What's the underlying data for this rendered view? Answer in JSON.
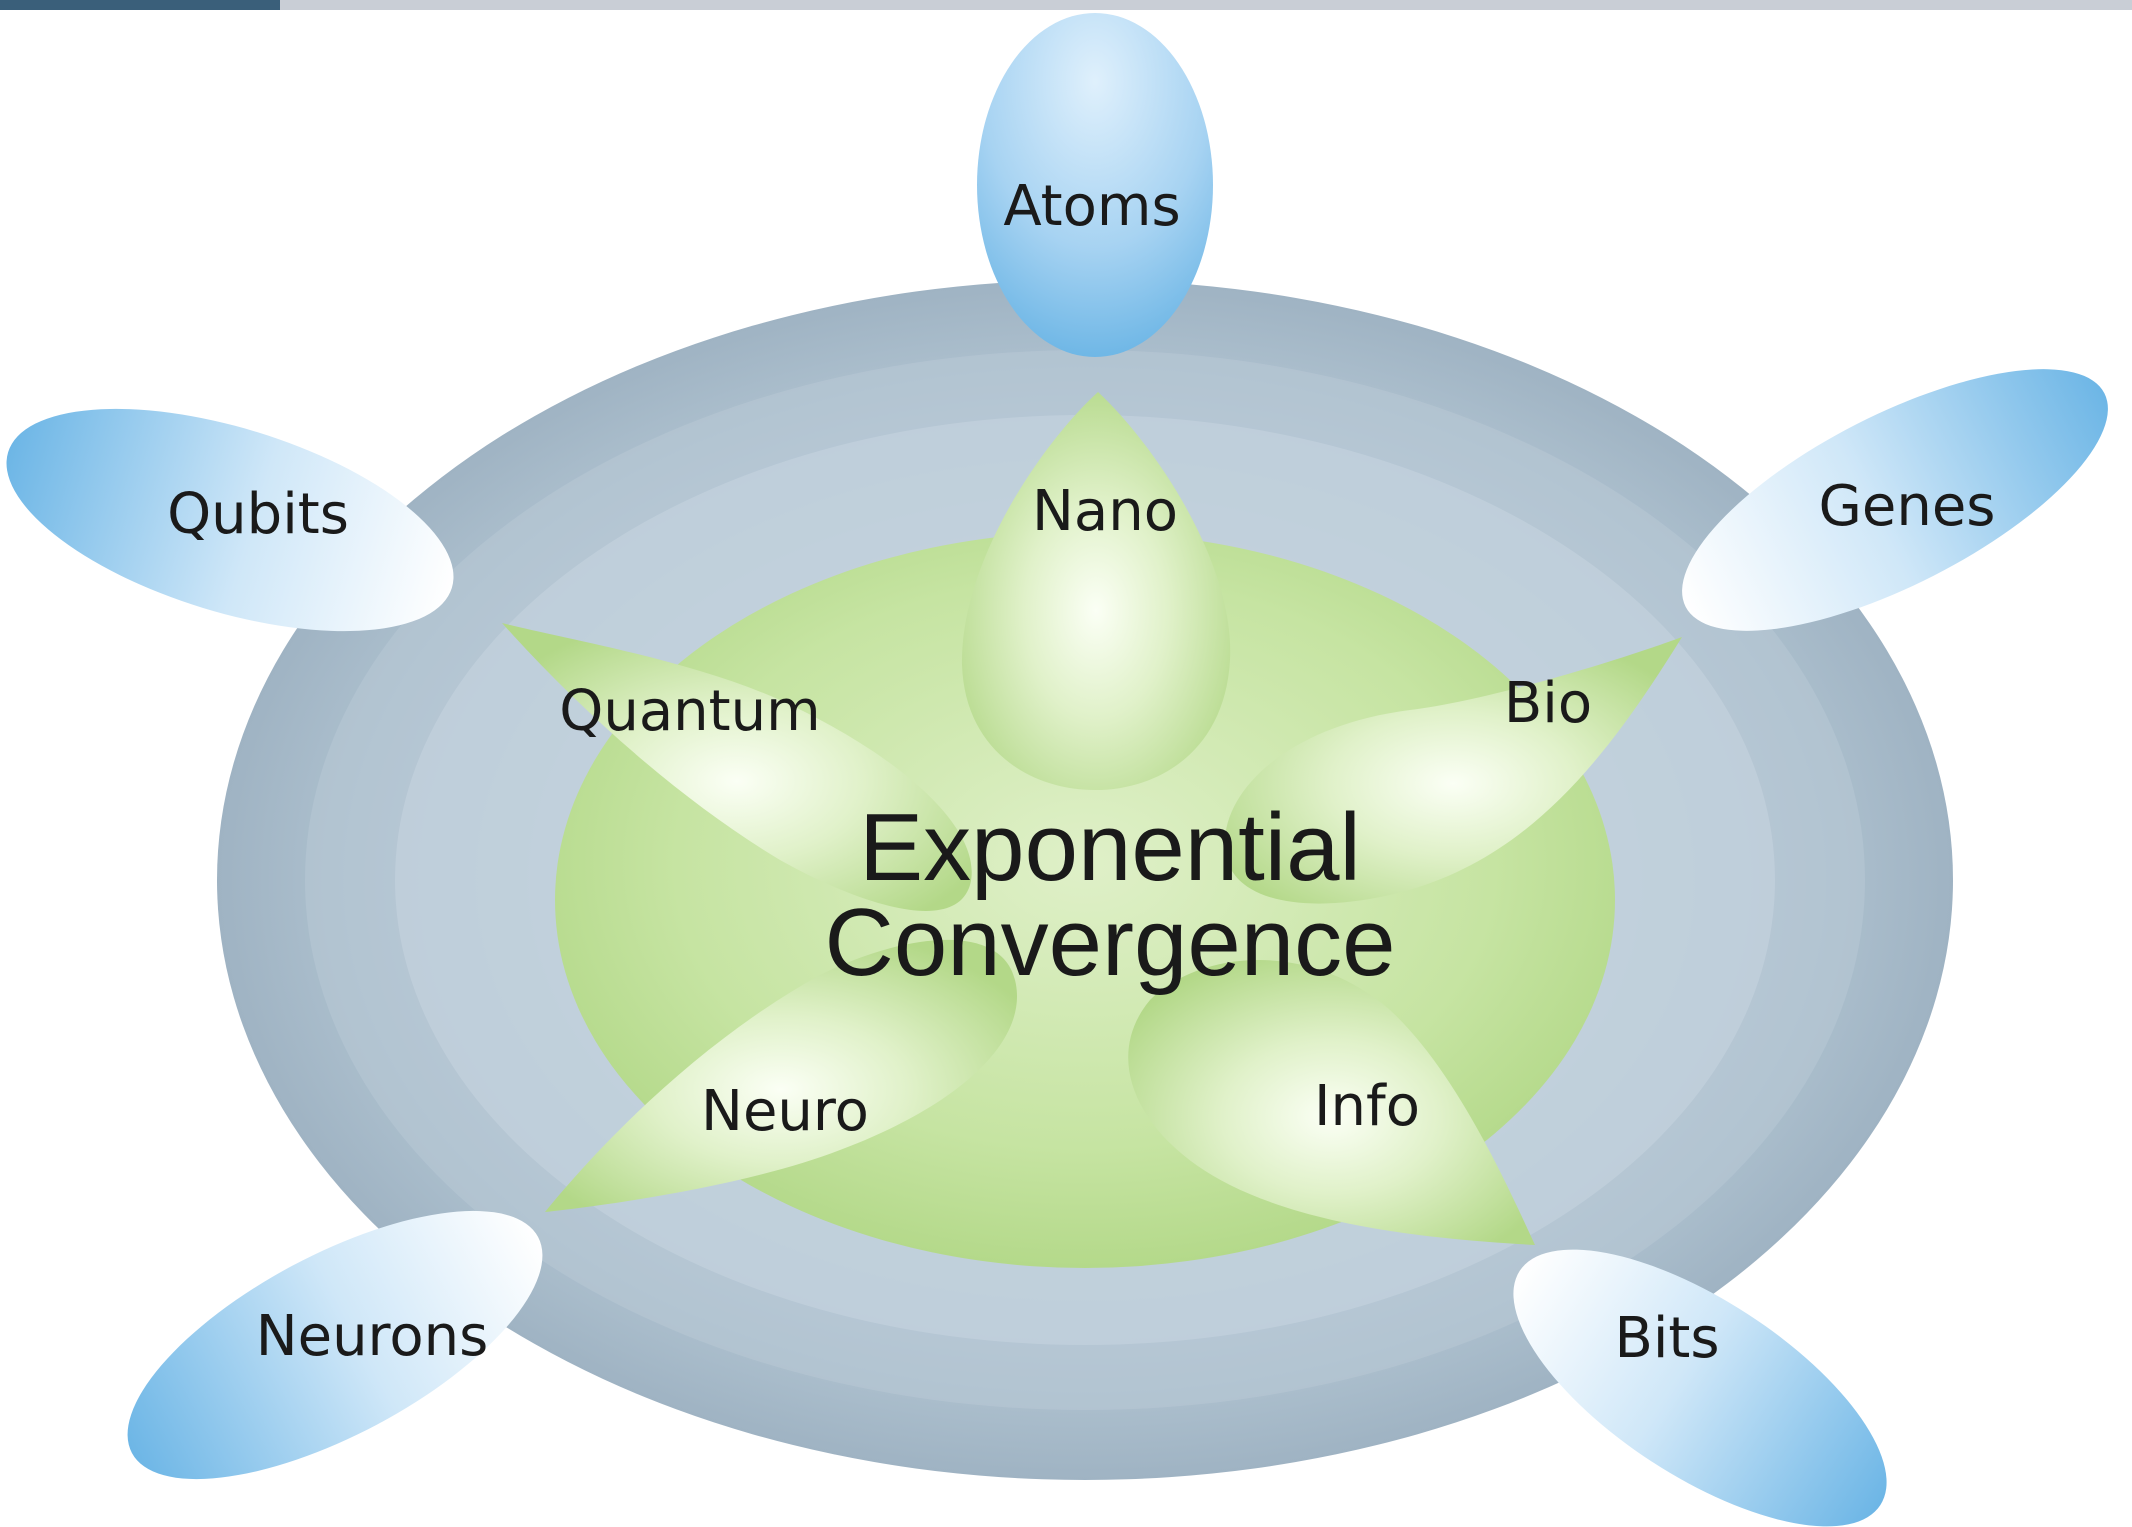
{
  "diagram": {
    "center": {
      "line1": "Exponential",
      "line2": "Convergence"
    },
    "inner_petals": {
      "nano": "Nano",
      "bio": "Bio",
      "info": "Info",
      "neuro": "Neuro",
      "quantum": "Quantum"
    },
    "outer_petals": {
      "atoms": "Atoms",
      "genes": "Genes",
      "bits": "Bits",
      "neurons": "Neurons",
      "qubits": "Qubits"
    }
  },
  "colors": {
    "outer_ring": "#a9bccb",
    "green_core": "#bfe09a",
    "blue_petal": "#7fbde8"
  }
}
